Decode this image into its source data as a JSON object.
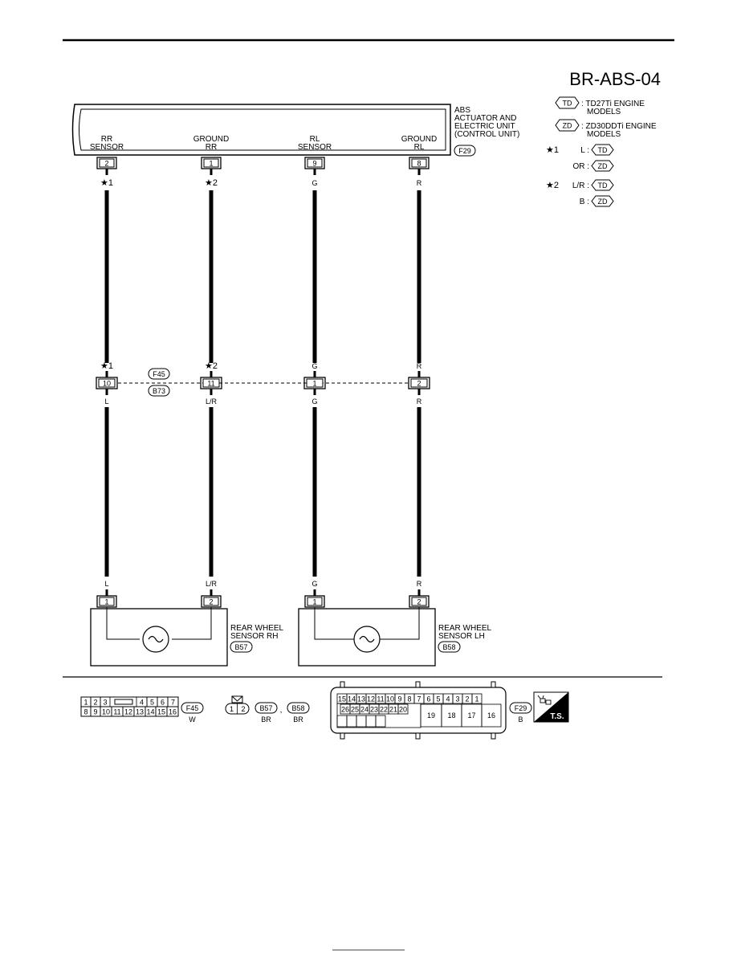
{
  "page_id": "BR-ABS-04",
  "unit": {
    "name_lines": [
      "ABS",
      "ACTUATOR AND",
      "ELECTRIC UNIT",
      "(CONTROL UNIT)"
    ],
    "connector": "F29",
    "terminals": [
      {
        "label_lines": [
          "RR",
          "SENSOR"
        ],
        "pin": "2"
      },
      {
        "label_lines": [
          "GROUND",
          "RR"
        ],
        "pin": "1"
      },
      {
        "label_lines": [
          "RL",
          "SENSOR"
        ],
        "pin": "9"
      },
      {
        "label_lines": [
          "GROUND",
          "RL"
        ],
        "pin": "8"
      }
    ]
  },
  "legend": {
    "models": [
      {
        "tag": "TD",
        "lines": [
          ": TD27Ti ENGINE",
          "MODELS"
        ]
      },
      {
        "tag": "ZD",
        "lines": [
          ": ZD30DDTi ENGINE",
          "MODELS"
        ]
      }
    ],
    "notes": [
      {
        "star": "★1",
        "rows": [
          {
            "color": "L :",
            "tag": "TD"
          },
          {
            "color": "OR :",
            "tag": "ZD"
          }
        ]
      },
      {
        "star": "★2",
        "rows": [
          {
            "color": "L/R :",
            "tag": "TD"
          },
          {
            "color": "B :",
            "tag": "ZD"
          }
        ]
      }
    ]
  },
  "wires": {
    "top_colors": [
      "★1",
      "★2",
      "G",
      "R"
    ],
    "joint_upper_colors": [
      "★1",
      "★2",
      "G",
      "R"
    ],
    "joint_lower_colors": [
      "L",
      "L/R",
      "G",
      "R"
    ],
    "bottom_colors": [
      "L",
      "L/R",
      "G",
      "R"
    ]
  },
  "joint": {
    "upper_connector": "F45",
    "lower_connector": "B73",
    "pins": [
      "10",
      "11",
      "1",
      "2"
    ]
  },
  "sensors": [
    {
      "name_lines": [
        "REAR WHEEL",
        "SENSOR RH"
      ],
      "connector": "B57",
      "pins": [
        "1",
        "2"
      ]
    },
    {
      "name_lines": [
        "REAR WHEEL",
        "SENSOR LH"
      ],
      "connector": "B58",
      "pins": [
        "1",
        "2"
      ]
    }
  ],
  "connector_views": {
    "f45": {
      "top_row": [
        "1",
        "2",
        "3",
        "",
        "4",
        "5",
        "6",
        "7"
      ],
      "bottom_row": [
        "8",
        "9",
        "10",
        "11",
        "12",
        "13",
        "14",
        "15",
        "16"
      ],
      "name": "F45",
      "color": "W"
    },
    "b57_b58": {
      "pins": [
        "1",
        "2"
      ],
      "names": [
        "B57",
        "B58"
      ],
      "separator": ",",
      "colors": [
        "BR",
        "BR"
      ]
    },
    "f29": {
      "top_row": [
        "15",
        "14",
        "13",
        "12",
        "11",
        "10",
        "9",
        "8",
        "7",
        "6",
        "5",
        "4",
        "3",
        "2",
        "1"
      ],
      "middle_row": [
        "26",
        "25",
        "24",
        "23",
        "22",
        "21",
        "20"
      ],
      "large_pins": [
        "19",
        "18",
        "17",
        "16"
      ],
      "name": "F29",
      "color": "B"
    }
  },
  "ts_badge": "T.S."
}
